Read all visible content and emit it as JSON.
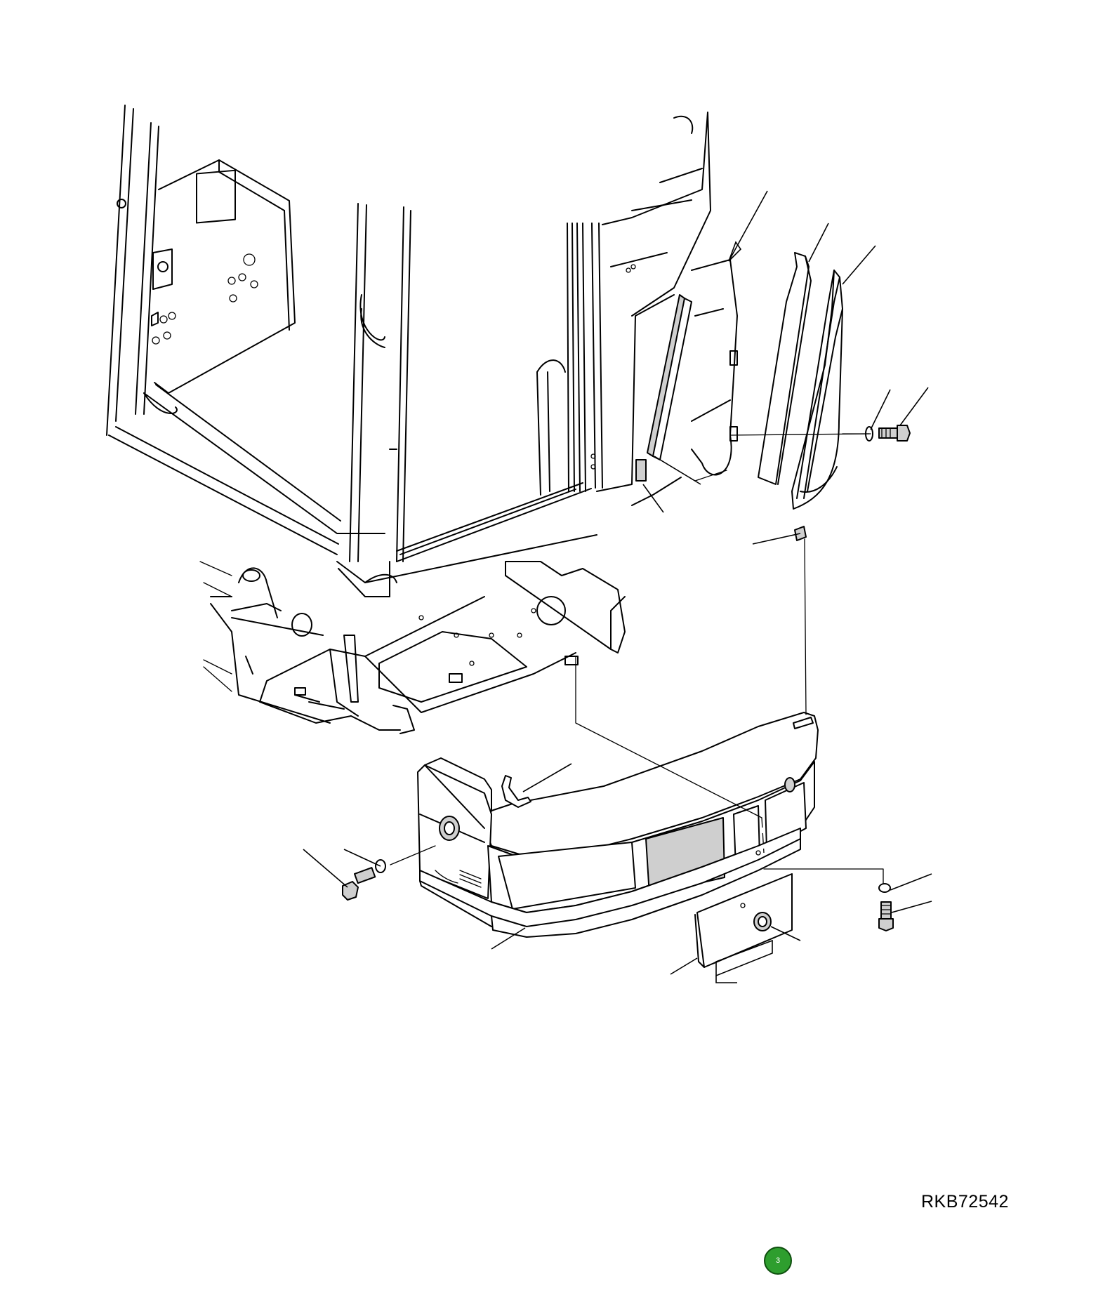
{
  "figure": {
    "drawing_number": "RKB72542",
    "page_badge": "3",
    "badge_color": "#2e9e2e"
  },
  "parts": [
    {
      "id": "cab-frame"
    },
    {
      "id": "revolving-frame"
    },
    {
      "id": "cab-corner-seal"
    },
    {
      "id": "rubber-block"
    },
    {
      "id": "side-cover-strip"
    },
    {
      "id": "side-cover"
    },
    {
      "id": "washer"
    },
    {
      "id": "bolt"
    },
    {
      "id": "clip"
    },
    {
      "id": "front-cover"
    },
    {
      "id": "handle"
    },
    {
      "id": "lower-plate"
    },
    {
      "id": "grommet"
    }
  ]
}
